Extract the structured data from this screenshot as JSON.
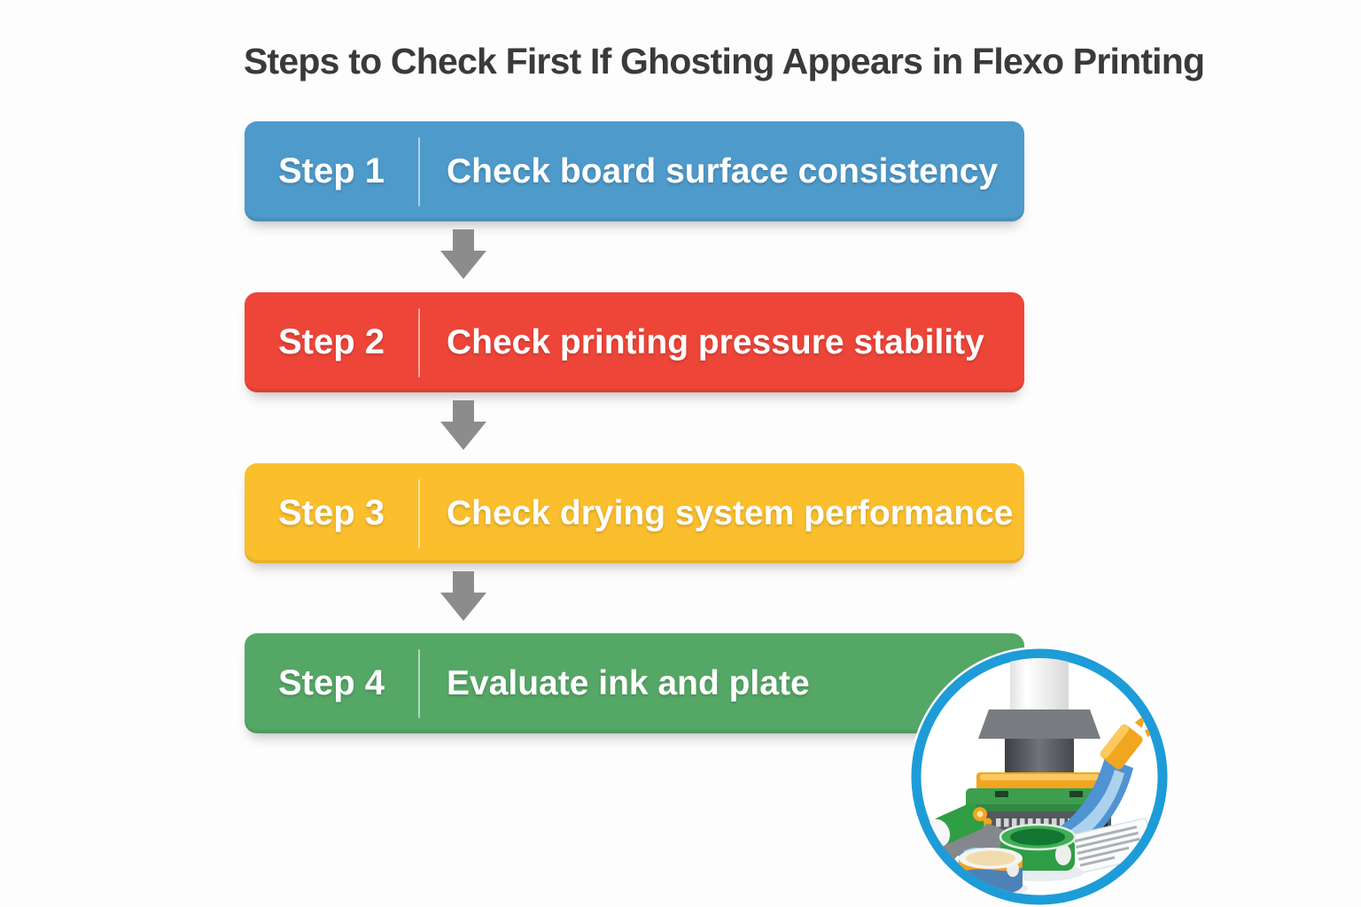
{
  "page": {
    "background": "#fdfdfd"
  },
  "title": {
    "text": "Steps to Check First If Ghosting Appears in Flexo Printing",
    "color": "#3a3a3a"
  },
  "steps": [
    {
      "label": "Step 1",
      "text": "Check board surface consistency",
      "color": "#4e9aca"
    },
    {
      "label": "Step 2",
      "text": "Check printing pressure stability",
      "color": "#ee4539"
    },
    {
      "label": "Step 3",
      "text": "Check drying system performance",
      "color": "#fbbf2d"
    },
    {
      "label": "Step 4",
      "text": "Evaluate ink and plate",
      "color": "#55a766"
    }
  ],
  "arrow": {
    "color": "#8c8c8c"
  },
  "illustration": {
    "name": "flexo-printing-press",
    "ring_color": "#1d9cd8"
  }
}
